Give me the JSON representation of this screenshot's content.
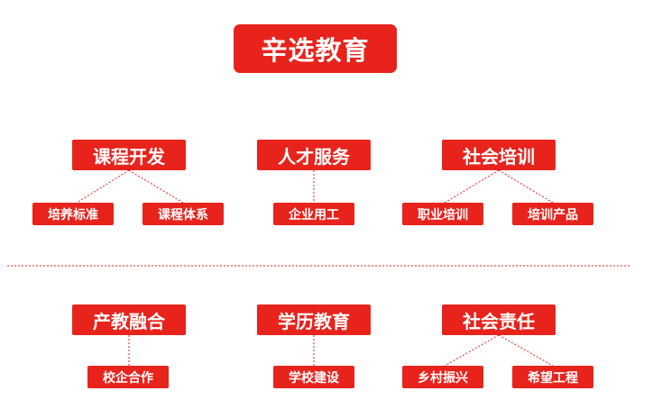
{
  "title": "辛选教育",
  "groups": [
    {
      "label": "课程开发",
      "children": [
        "培养标准",
        "课程体系"
      ]
    },
    {
      "label": "人才服务",
      "children": [
        "企业用工"
      ]
    },
    {
      "label": "社会培训",
      "children": [
        "职业培训",
        "培训产品"
      ]
    },
    {
      "label": "产教融合",
      "children": [
        "校企合作"
      ]
    },
    {
      "label": "学历教育",
      "children": [
        "学校建设"
      ]
    },
    {
      "label": "社会责任",
      "children": [
        "乡村振兴",
        "希望工程"
      ]
    }
  ],
  "colors": {
    "box": "#e8231c",
    "text": "#ffffff",
    "connector": "#e8231c"
  }
}
